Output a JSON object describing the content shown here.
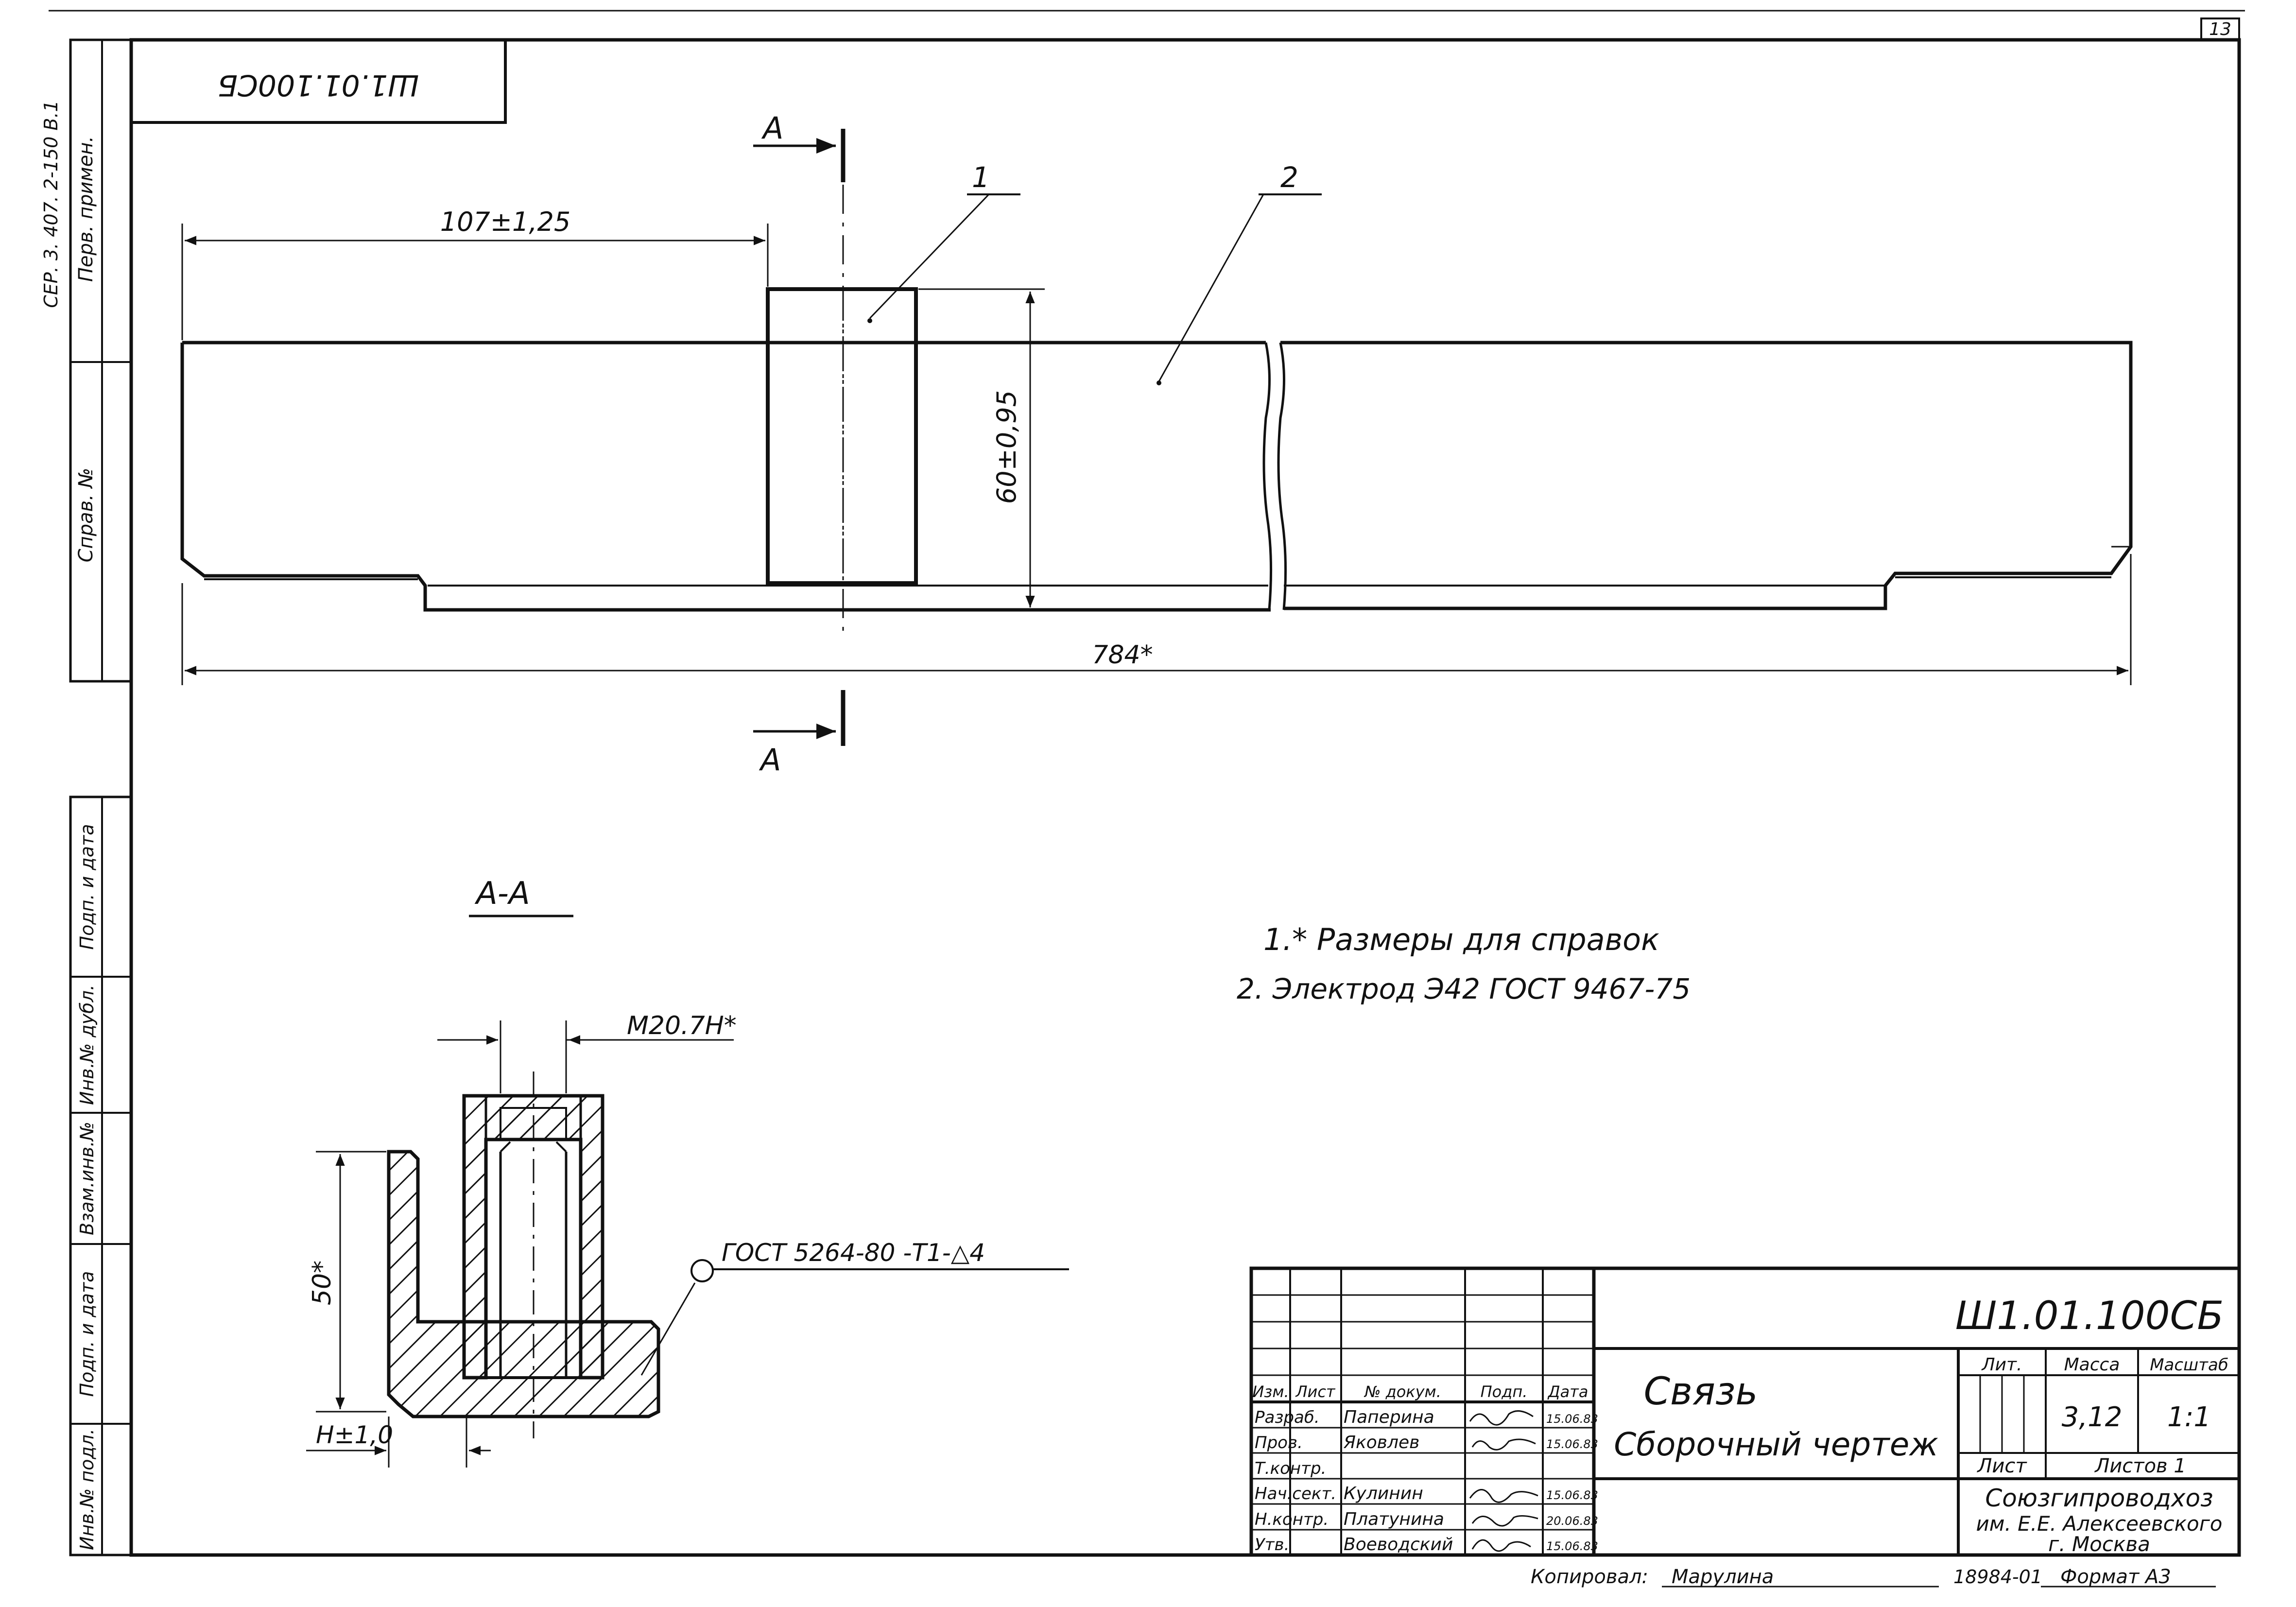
{
  "sheet_number": "13",
  "top_stamp": "Ш1.01.100СБ",
  "side_strip": {
    "series": "СЕР. 3. 407. 2-150 В.1",
    "perv_primen": "Перв. примен.",
    "sprav_no": "Справ. №",
    "podp_data_1": "Подп. и дата",
    "inv_dubl": "Инв.№ дубл.",
    "vzam_inv": "Взам.инв.№",
    "podp_data_2": "Подп. и дата",
    "inv_podl": "Инв.№ подл."
  },
  "main_view": {
    "section_mark_top": "А",
    "section_mark_bottom": "А",
    "dim_left": "107±1,25",
    "dim_height": "60±0,95",
    "dim_length": "784*",
    "callout_1": "1",
    "callout_2": "2"
  },
  "section_view": {
    "title": "А-А",
    "thread": "М20.7Н*",
    "dim_height": "50*",
    "dim_bottom": "Н±1,0",
    "weld_note": "ГОСТ 5264-80  -Т1-△4"
  },
  "notes": [
    "1.* Размеры для справок",
    "2. Электрод  Э42  ГОСТ 9467-75"
  ],
  "title_block": {
    "designation": "Ш1.01.100СБ",
    "name_line1": "Связь",
    "name_line2": "Сборочный чертеж",
    "head_izm": "Изм.",
    "head_list": "Лист",
    "head_doc": "№ докум.",
    "head_podp": "Подп.",
    "head_data": "Дата",
    "roles": [
      {
        "role": "Разраб.",
        "name": "Паперина",
        "date": "15.06.83"
      },
      {
        "role": "Пров.",
        "name": "Яковлев",
        "date": "15.06.83"
      },
      {
        "role": "Т.контр.",
        "name": "",
        "date": ""
      },
      {
        "role": "Нач.сект.",
        "name": "Кулинин",
        "date": "15.06.83"
      },
      {
        "role": "Н.контр.",
        "name": "Платунина",
        "date": "20.06.83"
      },
      {
        "role": "Утв.",
        "name": "Воеводский",
        "date": "15.06.83"
      }
    ],
    "lit_label": "Лит.",
    "mass_label": "Масса",
    "scale_label": "Масштаб",
    "mass_value": "3,12",
    "scale_value": "1:1",
    "sheet_label": "Лист",
    "sheets_label": "Листов 1",
    "org_line1": "Союзгипроводхоз",
    "org_line2": "им. Е.Е. Алексеевского",
    "org_line3": "г. Москва"
  },
  "footer": {
    "copied": "Копировал:",
    "copier": "Марулина",
    "code": "18984-01",
    "format": "Формат А3"
  }
}
